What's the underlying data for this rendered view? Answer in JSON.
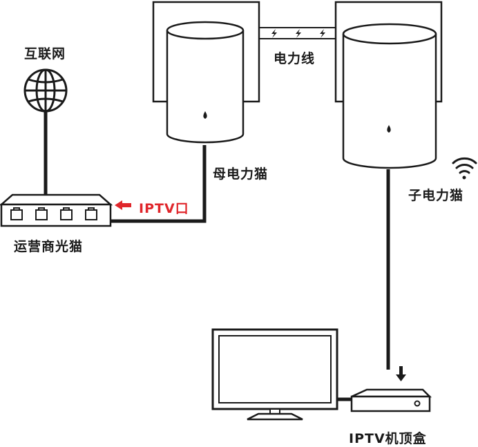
{
  "labels": {
    "internet": "互联网",
    "optical_modem": "运营商光猫",
    "iptv_port": "IPTV口",
    "master_plc": "母电力猫",
    "power_line": "电力线",
    "slave_plc": "子电力猫",
    "set_top_box": "IPTV机顶盒"
  },
  "colors": {
    "line": "#1a1a1a",
    "accent": "#e0262b",
    "background": "#ffffff"
  },
  "icons": [
    "globe-icon",
    "wifi-icon",
    "arrow-left-icon",
    "arrow-down-icon",
    "lightning-icon"
  ]
}
